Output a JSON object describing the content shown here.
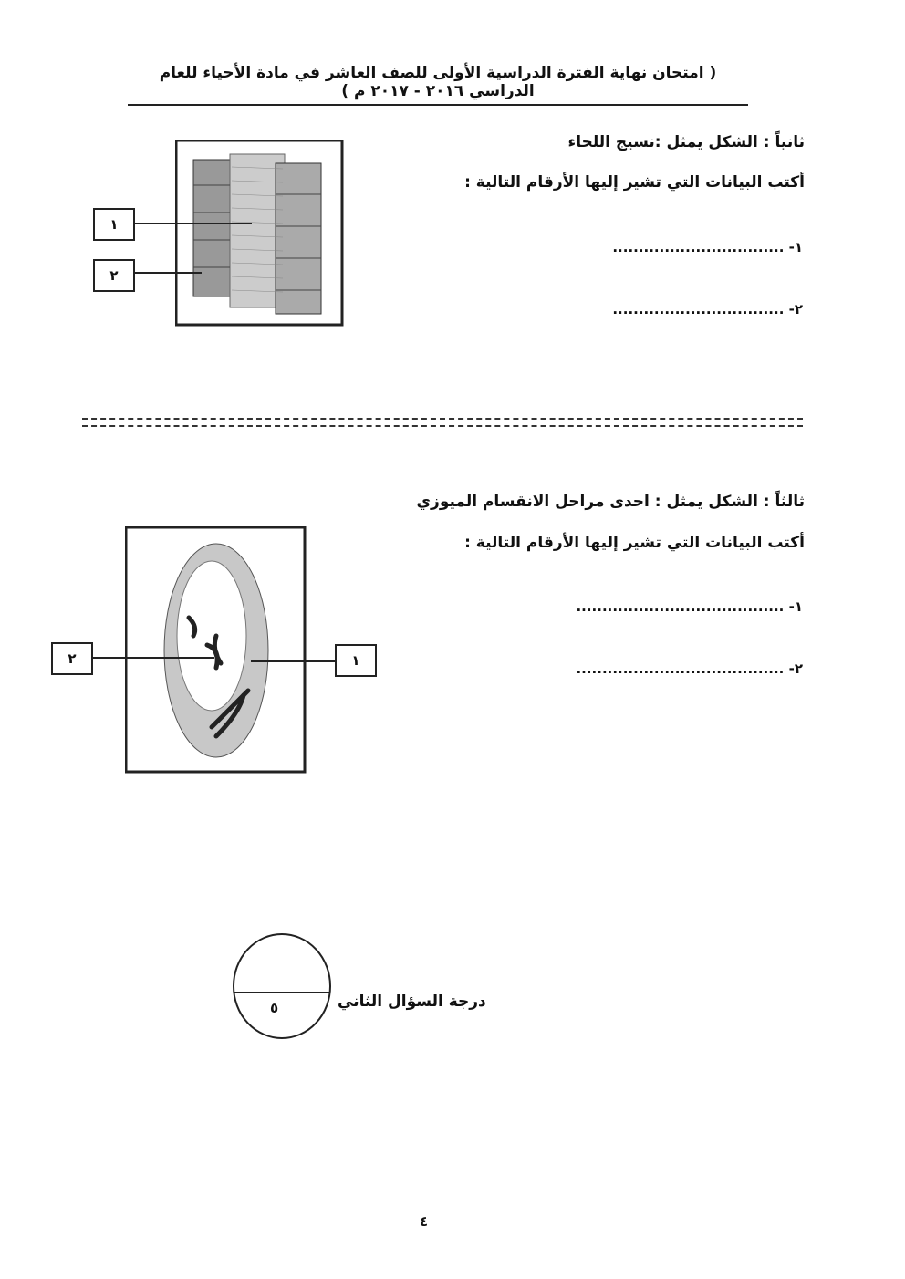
{
  "header": "( امتحان نهاية الفترة الدراسية الأولى للصف العاشر في مادة الأحياء للعام الدراسي ٢٠١٦ - ٢٠١٧ م )",
  "section2": {
    "title": "ثانياً : الشكل يمثل :نسيج اللحاء",
    "instruction": "أكتب البيانات التي تشير إليها الأرقام التالية :",
    "answers": [
      "١- .................................",
      "٢- ................................."
    ],
    "labels": [
      "١",
      "٢"
    ]
  },
  "section3": {
    "title": "ثالثاً : الشكل يمثل : احدى مراحل الانقسام الميوزي",
    "instruction": "أكتب البيانات التي تشير إليها الأرقام التالية :",
    "answers": [
      "١- ........................................",
      "٢- ........................................"
    ],
    "labels": [
      "١",
      "٢"
    ]
  },
  "score": {
    "label": "درجة السؤال الثاني",
    "total": "٥"
  },
  "page_number": "٤"
}
